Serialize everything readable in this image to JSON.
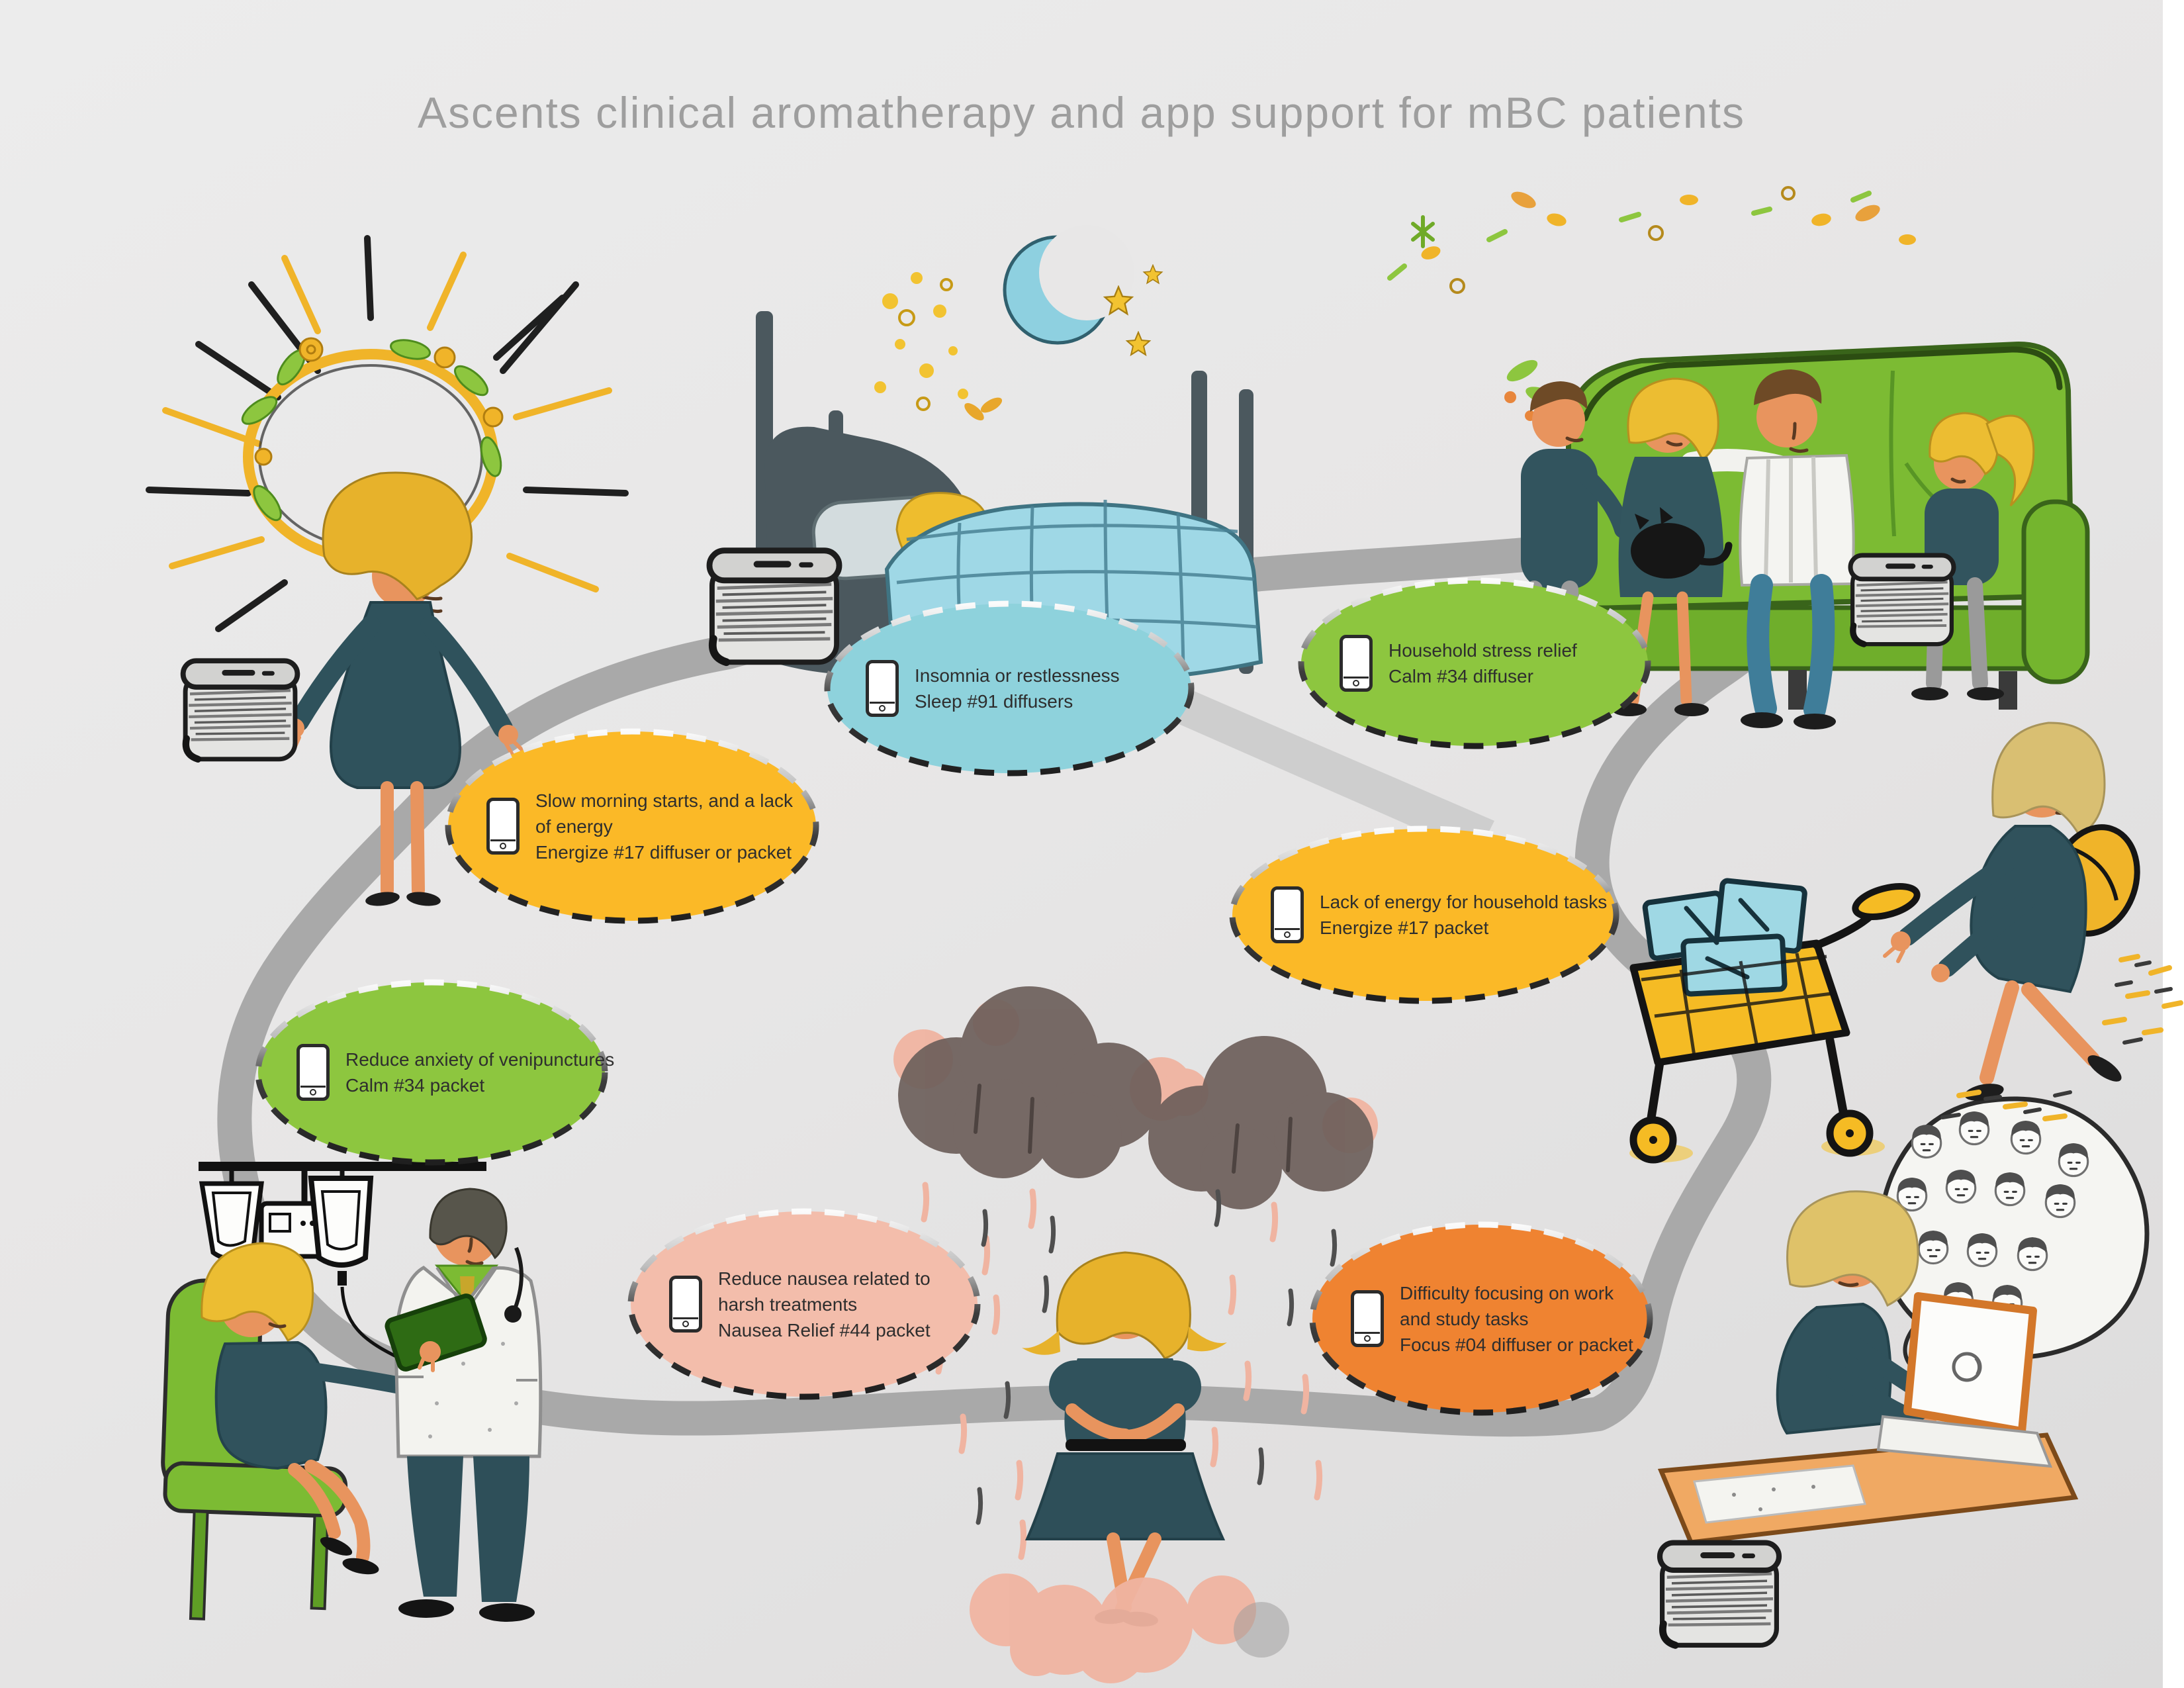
{
  "title": "Ascents clinical aromatherapy and app support for mBC patients",
  "icons": {
    "bubble_icon": "smartphone-icon",
    "scene_device": "aromatherapy-diffuser"
  },
  "colors": {
    "background": "#e8e7e7",
    "path": "#a9a9a9",
    "title": "#9e9e9e",
    "blue": "#8ed2dc",
    "green": "#8dc63f",
    "yellow": "#fbb927",
    "pink": "#f3bdab",
    "orange": "#ef8331"
  },
  "bubbles": [
    {
      "id": "insomnia",
      "color": "#8ed2dc",
      "lines": [
        "Insomnia or restlessness"
      ],
      "product": "Sleep #91 diffusers"
    },
    {
      "id": "household",
      "color": "#8dc63f",
      "lines": [
        "Household stress relief"
      ],
      "product": "Calm #34 diffuser"
    },
    {
      "id": "slow-morning",
      "color": "#fbb927",
      "lines": [
        "Slow morning starts, and a lack",
        "of energy"
      ],
      "product": "Energize #17 diffuser or packet"
    },
    {
      "id": "lack-energy",
      "color": "#fbb927",
      "lines": [
        "Lack of energy for household tasks"
      ],
      "product": "Energize #17 packet"
    },
    {
      "id": "venipuncture",
      "color": "#8dc63f",
      "lines": [
        "Reduce anxiety of venipunctures"
      ],
      "product": "Calm #34 packet"
    },
    {
      "id": "nausea",
      "color": "#f3bdab",
      "lines": [
        "Reduce nausea related to",
        "harsh treatments"
      ],
      "product": "Nausea Relief #44 packet"
    },
    {
      "id": "focus",
      "color": "#ef8331",
      "lines": [
        "Difficulty focusing on work",
        "and study tasks"
      ],
      "product": "Focus #04 diffuser or packet"
    }
  ]
}
